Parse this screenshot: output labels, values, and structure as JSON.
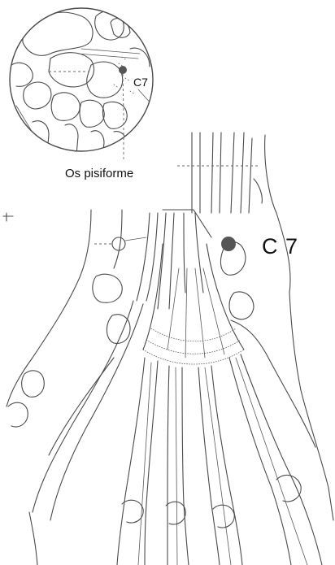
{
  "inset": {
    "point_label": "C7",
    "bone_label": "Os pisiforme"
  },
  "main": {
    "point_label": "C 7"
  },
  "colors": {
    "line": "#4a4a4a",
    "point": "#555555",
    "background": "#ffffff"
  }
}
